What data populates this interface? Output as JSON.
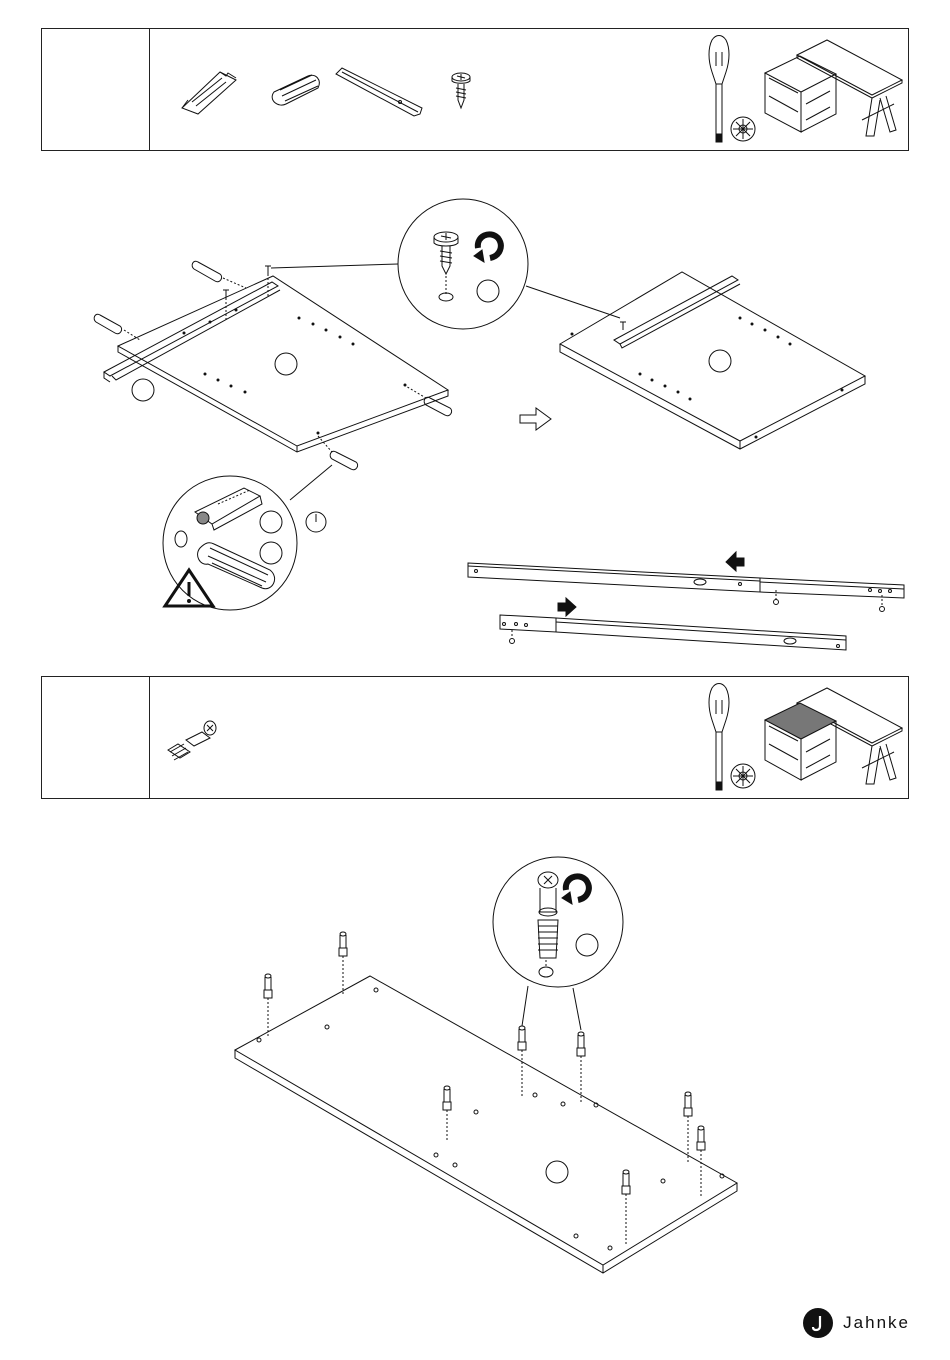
{
  "steps": [
    {
      "parts": [
        "wood-dowel-pin",
        "plastic-dowel",
        "drawer-runner",
        "pan-head-screw"
      ],
      "tools": [
        "screwdriver-icon",
        "pozidriv-bit-icon"
      ],
      "thumbnail": "desk-with-cabinet-icon"
    },
    {
      "parts": [
        "cam-bolt-connector"
      ],
      "tools": [
        "screwdriver-icon",
        "pozidriv-bit-icon"
      ],
      "thumbnail": "desk-with-cabinet-top-highlighted-icon"
    }
  ],
  "icons": {
    "warning": "warning-triangle-icon",
    "rotate": "clockwise-rotate-arrow-icon",
    "next": "outline-right-arrow-icon",
    "slide_left": "solid-left-arrow-icon",
    "slide_right": "solid-right-arrow-icon",
    "stopwatch": "stopwatch-icon"
  },
  "brand": {
    "name": "Jahnke",
    "logo_letter": "J"
  }
}
